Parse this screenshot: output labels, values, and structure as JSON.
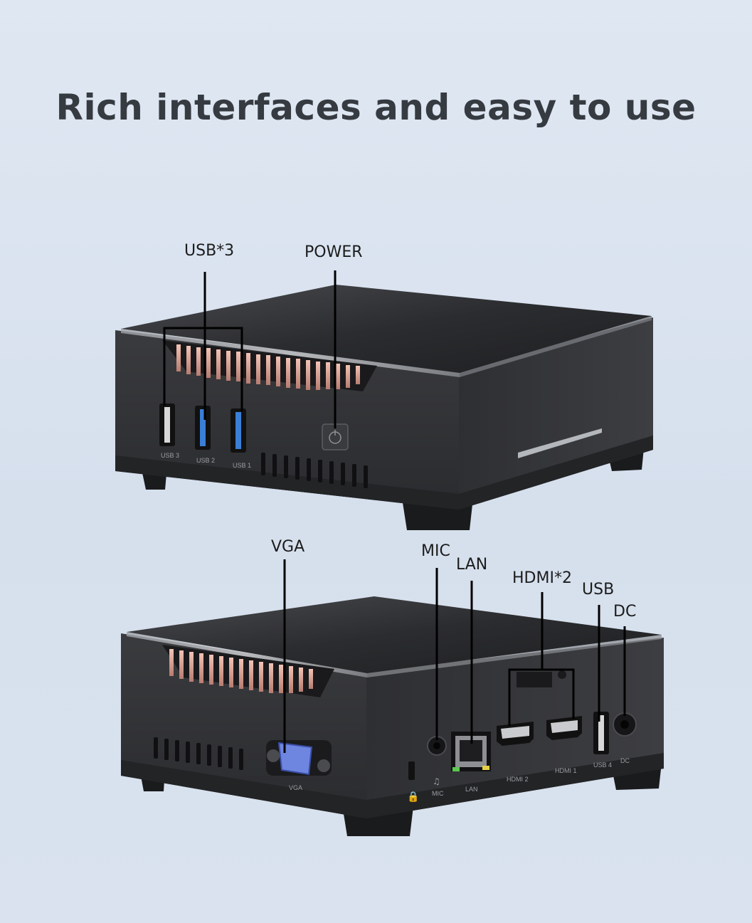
{
  "headline": "Rich interfaces and easy to use",
  "front_view": {
    "callouts": {
      "usb": "USB*3",
      "power": "POWER"
    },
    "port_labels": [
      "USB 3",
      "USB 2",
      "USB 1"
    ]
  },
  "rear_view": {
    "callouts": {
      "vga": "VGA",
      "mic": "MIC",
      "lan": "LAN",
      "hdmi": "HDMI*2",
      "usb": "USB",
      "dc": "DC"
    },
    "port_labels": {
      "vga": "VGA",
      "mic": "MIC",
      "lan": "LAN",
      "hdmi2": "HDMI 2",
      "hdmi1": "HDMI 1",
      "usb4": "USB 4",
      "dc": "DC"
    }
  },
  "colors": {
    "background": "#dbe4ef",
    "chassis": "#2f3033",
    "heatsink": "#d9a79b",
    "usb3_blue": "#3a7fd6",
    "vga_blue": "#6f86e0"
  }
}
